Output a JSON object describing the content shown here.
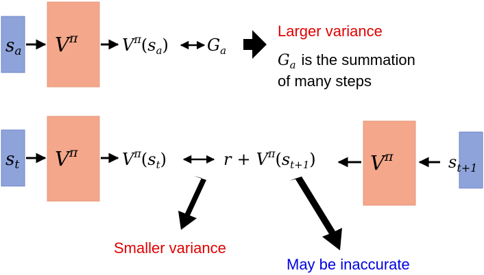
{
  "colors": {
    "state_box_fill": "#8FA3DB",
    "state_box_stroke": "#6E84C6",
    "vpi_box_fill": "#F4A78A",
    "vpi_box_stroke": "#E49A7E",
    "red_text": "#E00000",
    "blue_text": "#0000E0",
    "black": "#000000"
  },
  "top_row": {
    "state": {
      "sym": "s",
      "sub": "a"
    },
    "vpi": {
      "sym": "V",
      "sup": "π"
    },
    "value_output": {
      "sym": "V",
      "sup": "π",
      "open": "(",
      "arg": "s",
      "arg_sub": "a",
      "close": ")"
    },
    "target": {
      "sym": "G",
      "sub": "a"
    },
    "larger_variance": "Larger variance",
    "note_line1_rest": "is the summation",
    "note_line2": "of many steps"
  },
  "bottom_row": {
    "state": {
      "sym": "s",
      "sub": "t"
    },
    "vpi_left": {
      "sym": "V",
      "sup": "π"
    },
    "value_output": {
      "sym": "V",
      "sup": "π",
      "open": "(",
      "arg": "s",
      "arg_sub": "t",
      "close": ")"
    },
    "td_target": {
      "r": "r",
      "plus": "+",
      "sym": "V",
      "sup": "π",
      "open": "(",
      "arg": "s",
      "arg_sub": "t+1",
      "close": ")"
    },
    "vpi_right": {
      "sym": "V",
      "sup": "π"
    },
    "next_state": {
      "sym": "s",
      "sub": "t+1"
    },
    "smaller_variance": "Smaller variance",
    "may_be_inaccurate": "May be inaccurate"
  }
}
